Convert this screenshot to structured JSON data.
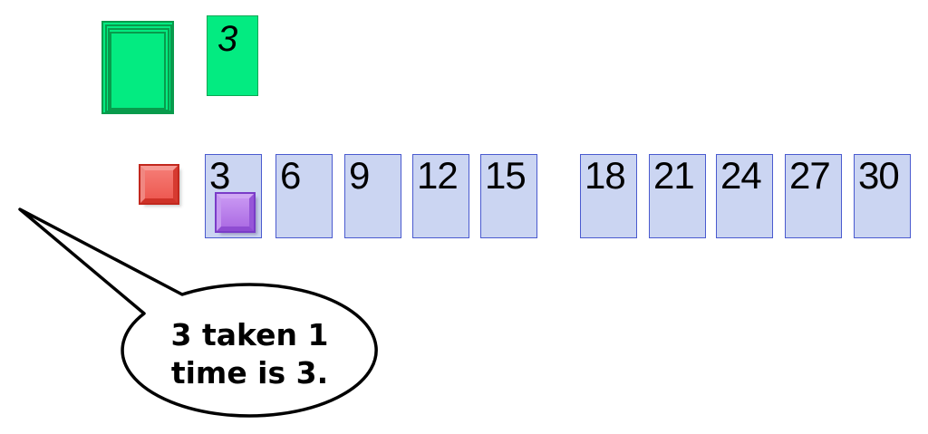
{
  "scene": {
    "background_color": "#ffffff",
    "description": "skip-counting multiplication manipulative"
  },
  "card_stack": {
    "fill_color": "#03eb81",
    "border_color": "#089b4c"
  },
  "multiplier_card": {
    "label": "3",
    "fill_color": "#03eb81",
    "border_color": "#0aa854"
  },
  "tokens": {
    "red_color": "#ee5a52",
    "purple_color": "#b77bec"
  },
  "number_cards": {
    "fill_color": "#cbd5f2",
    "border_color": "#4a5acf",
    "items": [
      {
        "label": "3",
        "has_token": true
      },
      {
        "label": "6"
      },
      {
        "label": "9"
      },
      {
        "label": "12"
      },
      {
        "label": "15"
      },
      {
        "label": "18"
      },
      {
        "label": "21"
      },
      {
        "label": "24"
      },
      {
        "label": "27"
      },
      {
        "label": "30"
      }
    ]
  },
  "speech_bubble": {
    "line1": "3 taken 1",
    "line2": "time is 3.",
    "stroke_color": "#000000"
  }
}
